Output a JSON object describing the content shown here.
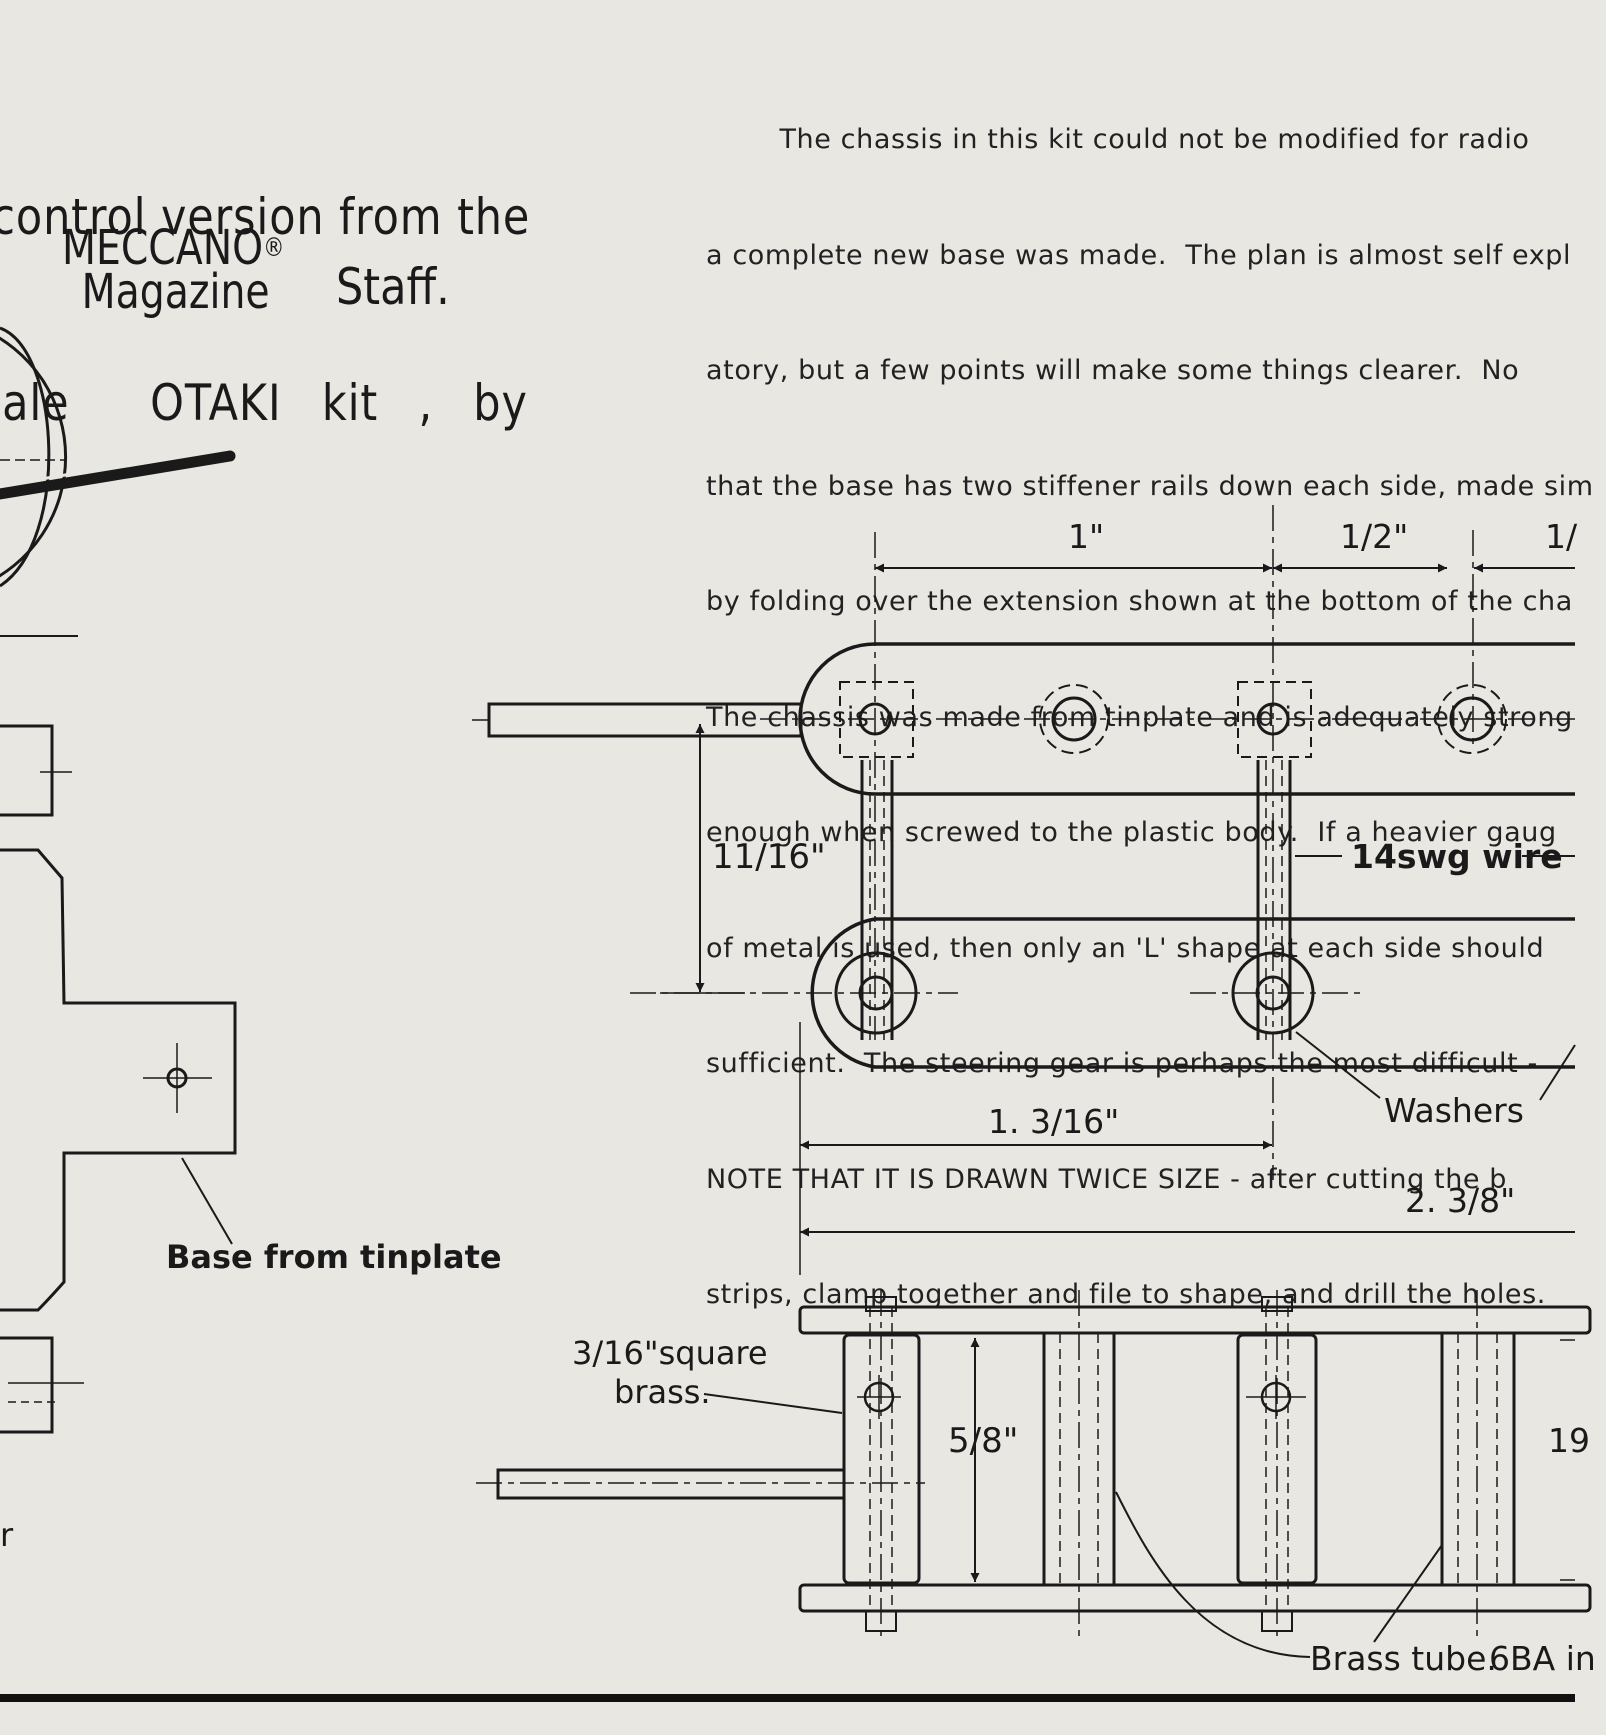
{
  "heading": {
    "line1": "control version from the",
    "line2": "cale  OTAKI kit , by"
  },
  "brand": {
    "meccano": "MECCANO",
    "registered_mark": "®",
    "magazine": "Magazine",
    "staff": "Staff."
  },
  "body_text": [
    "        The chassis in this kit could not be modified for radio",
    "a complete new base was made.  The plan is almost self expl",
    "atory, but a few points will make some things clearer.  No",
    "that the base has two stiffener rails down each side, made sim",
    "by folding over the extension shown at the bottom of the cha",
    "The chassis was made from tinplate and is adequately strong",
    "enough when screwed to the plastic body.  If a heavier gaug",
    "of metal is used, then only an 'L' shape at each side should",
    "sufficient.  The steering gear is perhaps the most difficult -",
    "NOTE THAT IT IS DRAWN TWICE SIZE - after cutting the b",
    "strips, clamp together and file to shape, and drill the holes."
  ],
  "labels": {
    "dim_1in": "1\"",
    "dim_half_a": "1/2\"",
    "dim_half_b": "1/",
    "dim_11_16": "11/16\"",
    "wire": "14swg wire",
    "washers": "Washers",
    "dim_1_3_16": "1. 3/16\"",
    "dim_2_3_8": "2. 3/8\"",
    "square_brass_1": "3/16\"square",
    "square_brass_2": "brass.",
    "dim_5_8": "5/8\"",
    "dim_19": "19",
    "brass_tube": "Brass tube.",
    "six_ba": "6BA in",
    "base_from_tinplate": "Base from tinplate",
    "fragment_r": "r"
  }
}
